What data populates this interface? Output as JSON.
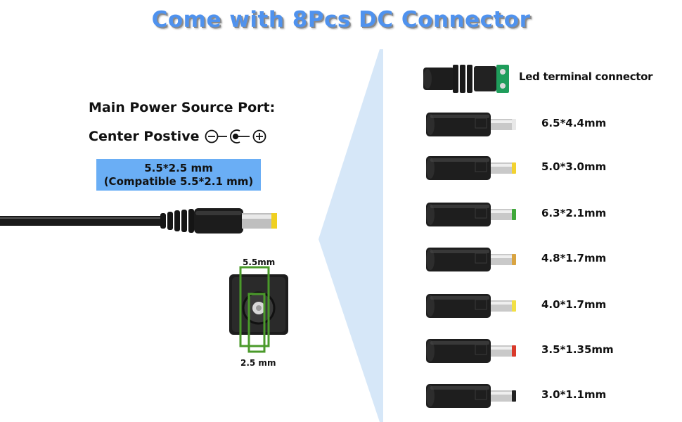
{
  "title": "Come with 8Pcs DC Connector",
  "main_port": {
    "label": "Main Power Source Port:",
    "polarity_label": "Center Postive",
    "size_line1": "5.5*2.5 mm",
    "size_line2": "(Compatible 5.5*2.1 mm)"
  },
  "jack_dimensions": {
    "outer": "5.5mm",
    "inner": "2.5 mm"
  },
  "connectors": [
    {
      "label": "Led terminal connector",
      "tip_color": "#1f9d5b",
      "kind": "terminal"
    },
    {
      "label": "6.5*4.4mm",
      "tip_color": "#e8e8e8",
      "kind": "plug"
    },
    {
      "label": "5.0*3.0mm",
      "tip_color": "#f2d230",
      "kind": "plug"
    },
    {
      "label": "6.3*2.1mm",
      "tip_color": "#3fa83a",
      "kind": "plug"
    },
    {
      "label": "4.8*1.7mm",
      "tip_color": "#d9a441",
      "kind": "plug"
    },
    {
      "label": "4.0*1.7mm",
      "tip_color": "#f2e046",
      "kind": "plug"
    },
    {
      "label": "3.5*1.35mm",
      "tip_color": "#d93a2b",
      "kind": "plug"
    },
    {
      "label": "3.0*1.1mm",
      "tip_color": "#222222",
      "kind": "plug"
    }
  ],
  "colors": {
    "title": "#4f92ee",
    "size_box": "#6aaef5",
    "projection": "#cfe3f7",
    "dimension_frame": "#4a9a2a"
  }
}
